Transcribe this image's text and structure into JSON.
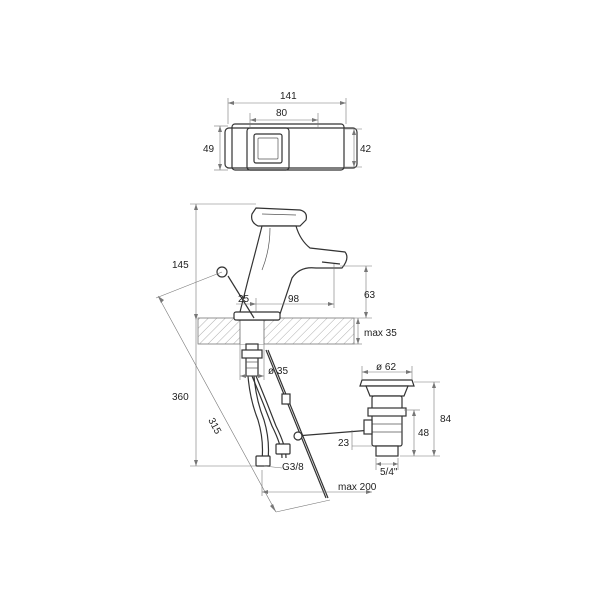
{
  "dimensions": {
    "top_width_total": "141",
    "top_width_body": "80",
    "top_height_left": "49",
    "top_height_right": "42",
    "faucet_height": "145",
    "spout_reach": "98",
    "spout_height": "63",
    "lever_offset": "25",
    "counter_max": "max 35",
    "hole_diameter": "ø 35",
    "total_height": "360",
    "hose_length": "315",
    "connection_thread": "G3/8",
    "rod_length": "max 200",
    "rod_offset": "23",
    "waste_diameter": "ø 62",
    "waste_height_total": "84",
    "waste_height_body": "48",
    "waste_thread": "5/4\""
  },
  "colors": {
    "line": "#333333",
    "dimension": "#777777",
    "hatch": "#999999"
  }
}
